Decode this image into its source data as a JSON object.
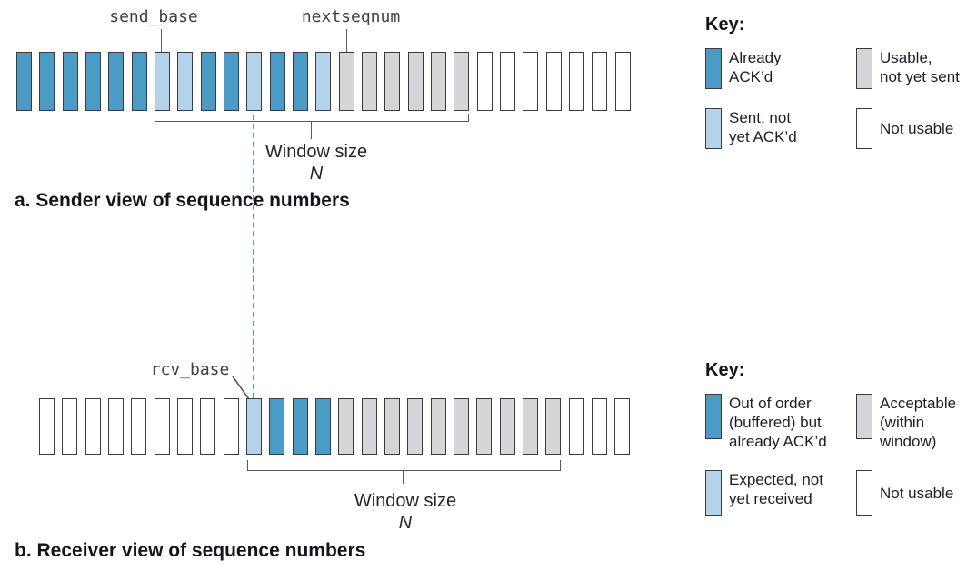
{
  "colors": {
    "acked": "#4a9cc7",
    "sent": "#b4d3ea",
    "usable": "#d6d6d8",
    "unusable": "#ffffff",
    "dashed_line": "#4b9bc5"
  },
  "sender": {
    "pointer_left": "send_base",
    "pointer_right": "nextseqnum",
    "cells": [
      "acked",
      "acked",
      "acked",
      "acked",
      "acked",
      "acked",
      "sent",
      "sent",
      "acked",
      "acked",
      "sent",
      "acked",
      "acked",
      "sent",
      "usable",
      "usable",
      "usable",
      "usable",
      "usable",
      "usable",
      "unusable",
      "unusable",
      "unusable",
      "unusable",
      "unusable",
      "unusable",
      "unusable"
    ],
    "window_label": "Window size",
    "window_n": "N",
    "caption": "a. Sender view of sequence numbers",
    "key": {
      "title": "Key:",
      "items": [
        {
          "state": "acked",
          "label": "Already\nACK’d"
        },
        {
          "state": "usable",
          "label": "Usable,\nnot yet sent"
        },
        {
          "state": "sent",
          "label": "Sent, not\nyet ACK’d"
        },
        {
          "state": "unusable",
          "label": "Not usable"
        }
      ]
    }
  },
  "receiver": {
    "pointer_left": "rcv_base",
    "cells": [
      "unusable",
      "unusable",
      "unusable",
      "unusable",
      "unusable",
      "unusable",
      "unusable",
      "unusable",
      "unusable",
      "sent",
      "acked",
      "acked",
      "acked",
      "usable",
      "usable",
      "usable",
      "usable",
      "usable",
      "usable",
      "usable",
      "usable",
      "usable",
      "usable",
      "unusable",
      "unusable",
      "unusable"
    ],
    "window_label": "Window size",
    "window_n": "N",
    "caption": "b. Receiver view of sequence numbers",
    "key": {
      "title": "Key:",
      "items": [
        {
          "state": "acked",
          "label": "Out of order\n(buffered) but\nalready ACK’d"
        },
        {
          "state": "usable",
          "label": "Acceptable\n(within\nwindow)"
        },
        {
          "state": "sent",
          "label": "Expected, not\nyet received"
        },
        {
          "state": "unusable",
          "label": "Not usable"
        }
      ]
    }
  }
}
